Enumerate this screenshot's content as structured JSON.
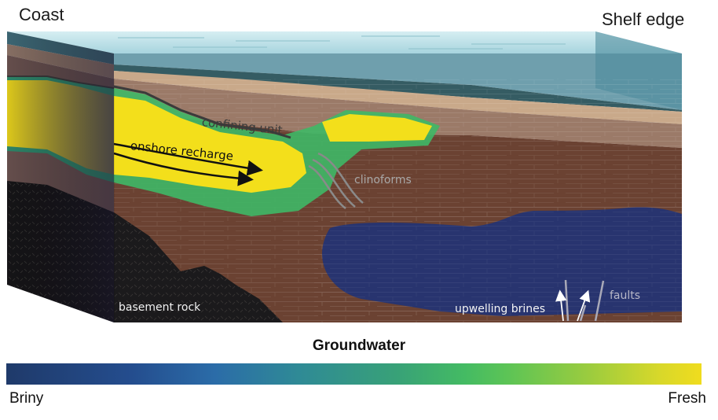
{
  "figure": {
    "type": "block-diagram cross-section",
    "subject": "Offshore groundwater on a continental shelf"
  },
  "corners": {
    "left": "Coast",
    "right": "Shelf edge"
  },
  "annotations": {
    "confining_unit": "confining unit",
    "onshore_recharge": "onshore recharge",
    "clinoforms": "clinoforms",
    "basement_rock": "basement rock",
    "upwelling_brines": "upwelling brines",
    "faults": "faults"
  },
  "legend": {
    "title": "Groundwater",
    "min_label": "Briny",
    "max_label": "Fresh",
    "colors": [
      "#1f3a6a",
      "#2b6ca8",
      "#38a178",
      "#5cc456",
      "#f0dc1e"
    ]
  },
  "colors": {
    "sea_surface": "#bfe3ea",
    "seawater": "#6f9fad",
    "seawater_side": "#4f8c9c",
    "seabed_dark": "#355c63",
    "sand_layer": "#c9a98a",
    "upper_sediment": "#9b7a68",
    "lower_sediment": "#6b4232",
    "basement": "#1b1a1c",
    "fresh_aquifer": "#f3df1b",
    "transition_zone": "#3fb866",
    "brine_pool": "#28346f"
  }
}
